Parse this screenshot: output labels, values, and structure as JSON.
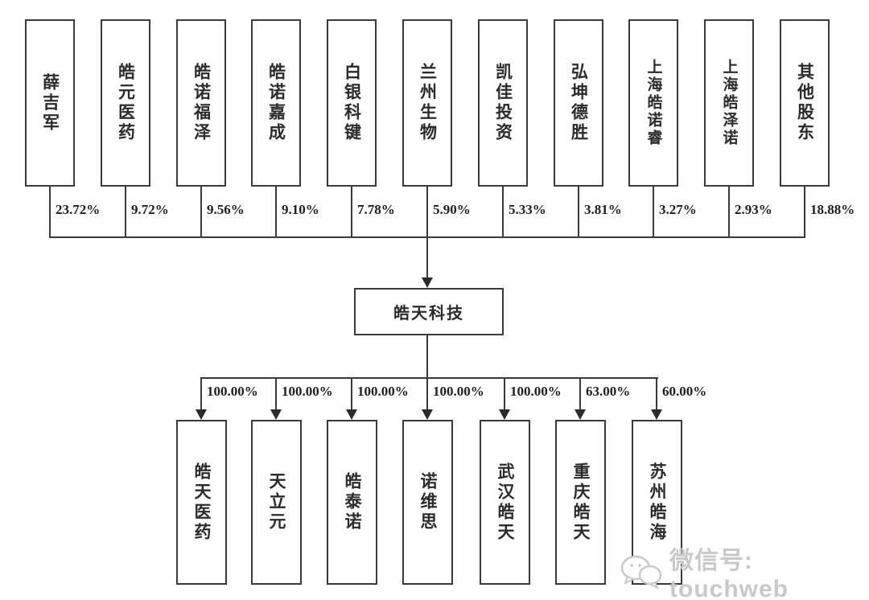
{
  "diagram": {
    "parent_company": "皓天科技",
    "top_shareholders": [
      {
        "name": "薛吉军",
        "pct": "23.72%"
      },
      {
        "name": "皓元医药",
        "pct": "9.72%"
      },
      {
        "name": "皓诺福泽",
        "pct": "9.56%"
      },
      {
        "name": "皓诺嘉成",
        "pct": "9.10%"
      },
      {
        "name": "白银科键",
        "pct": "7.78%"
      },
      {
        "name": "兰州生物",
        "pct": "5.90%"
      },
      {
        "name": "凯佳投资",
        "pct": "5.33%"
      },
      {
        "name": "弘坤德胜",
        "pct": "3.81%"
      },
      {
        "name": "上海皓诺睿",
        "pct": "3.27%"
      },
      {
        "name": "上海皓泽诺",
        "pct": "2.93%"
      },
      {
        "name": "其他股东",
        "pct": "18.88%"
      }
    ],
    "subsidiaries": [
      {
        "name": "皓天医药",
        "pct": "100.00%"
      },
      {
        "name": "天立元",
        "pct": "100.00%"
      },
      {
        "name": "皓泰诺",
        "pct": "100.00%"
      },
      {
        "name": "诺维思",
        "pct": "100.00%"
      },
      {
        "name": "武汉皓天",
        "pct": "100.00%"
      },
      {
        "name": "重庆皓天",
        "pct": "63.00%"
      },
      {
        "name": "苏州皓海",
        "pct": "60.00%"
      }
    ],
    "watermark": {
      "label": "微信号: touchweb"
    },
    "colors": {
      "line": "#3a3a3a",
      "text": "#2b2b2b",
      "watermark": "#c9c9c9"
    }
  }
}
